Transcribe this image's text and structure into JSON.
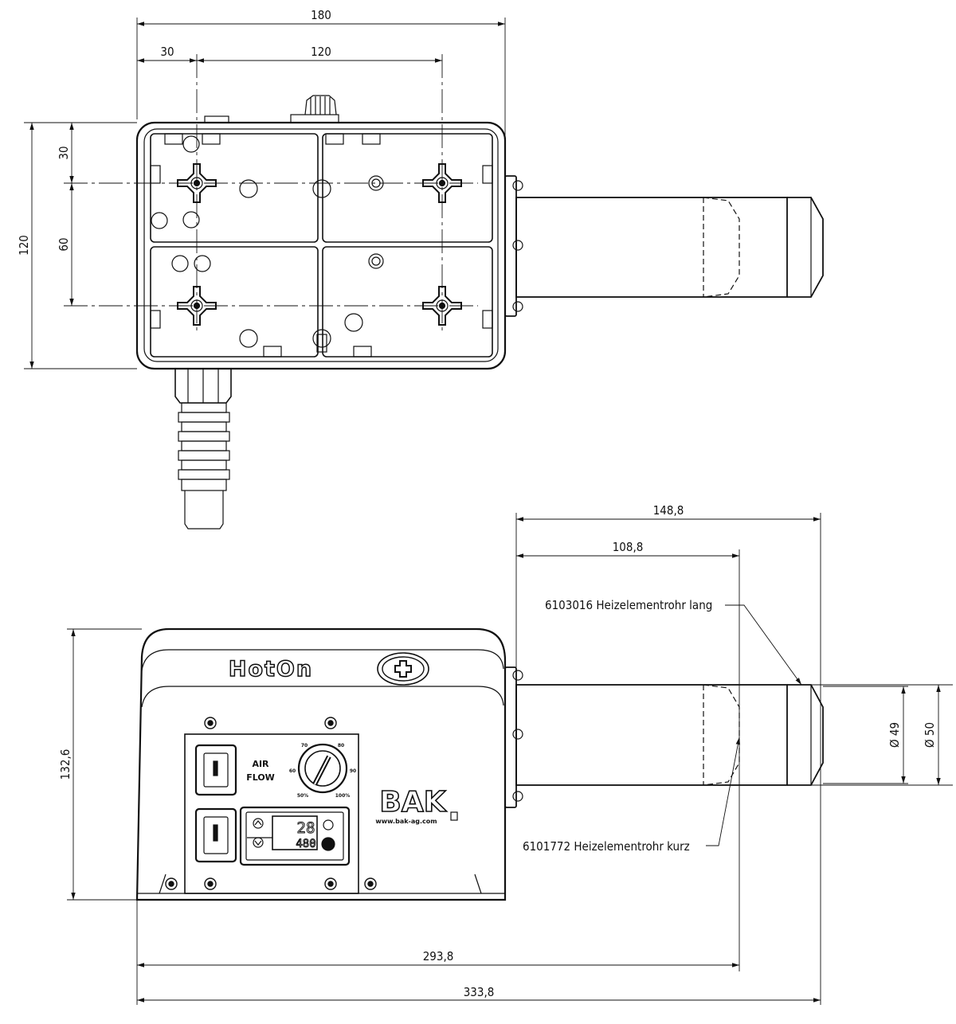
{
  "dimensions": {
    "top_total_width": "180",
    "top_offset": "30",
    "top_hole_spacing": "120",
    "side_total_height": "120",
    "side_offset": "30",
    "side_hole_spacing": "60",
    "tube_long_length": "148,8",
    "tube_short_length": "108,8",
    "front_height": "132,6",
    "overall_short": "293,8",
    "overall_long": "333,8",
    "diameter_inner": "Ø 49",
    "diameter_outer": "Ø 50"
  },
  "callouts": {
    "long_tube": "6103016 Heizelementrohr lang",
    "short_tube": "6101772 Heizelementrohr kurz"
  },
  "device": {
    "brand_name": "HotOn",
    "airflow_label_1": "AIR",
    "airflow_label_2": "FLOW",
    "scale_70": "70",
    "scale_80": "80",
    "scale_60": "60",
    "scale_90": "90",
    "scale_min": "50%",
    "scale_max": "100%",
    "display_top": "28",
    "display_bottom": "480",
    "logo": "BAK",
    "website": "www.bak-ag.com"
  }
}
